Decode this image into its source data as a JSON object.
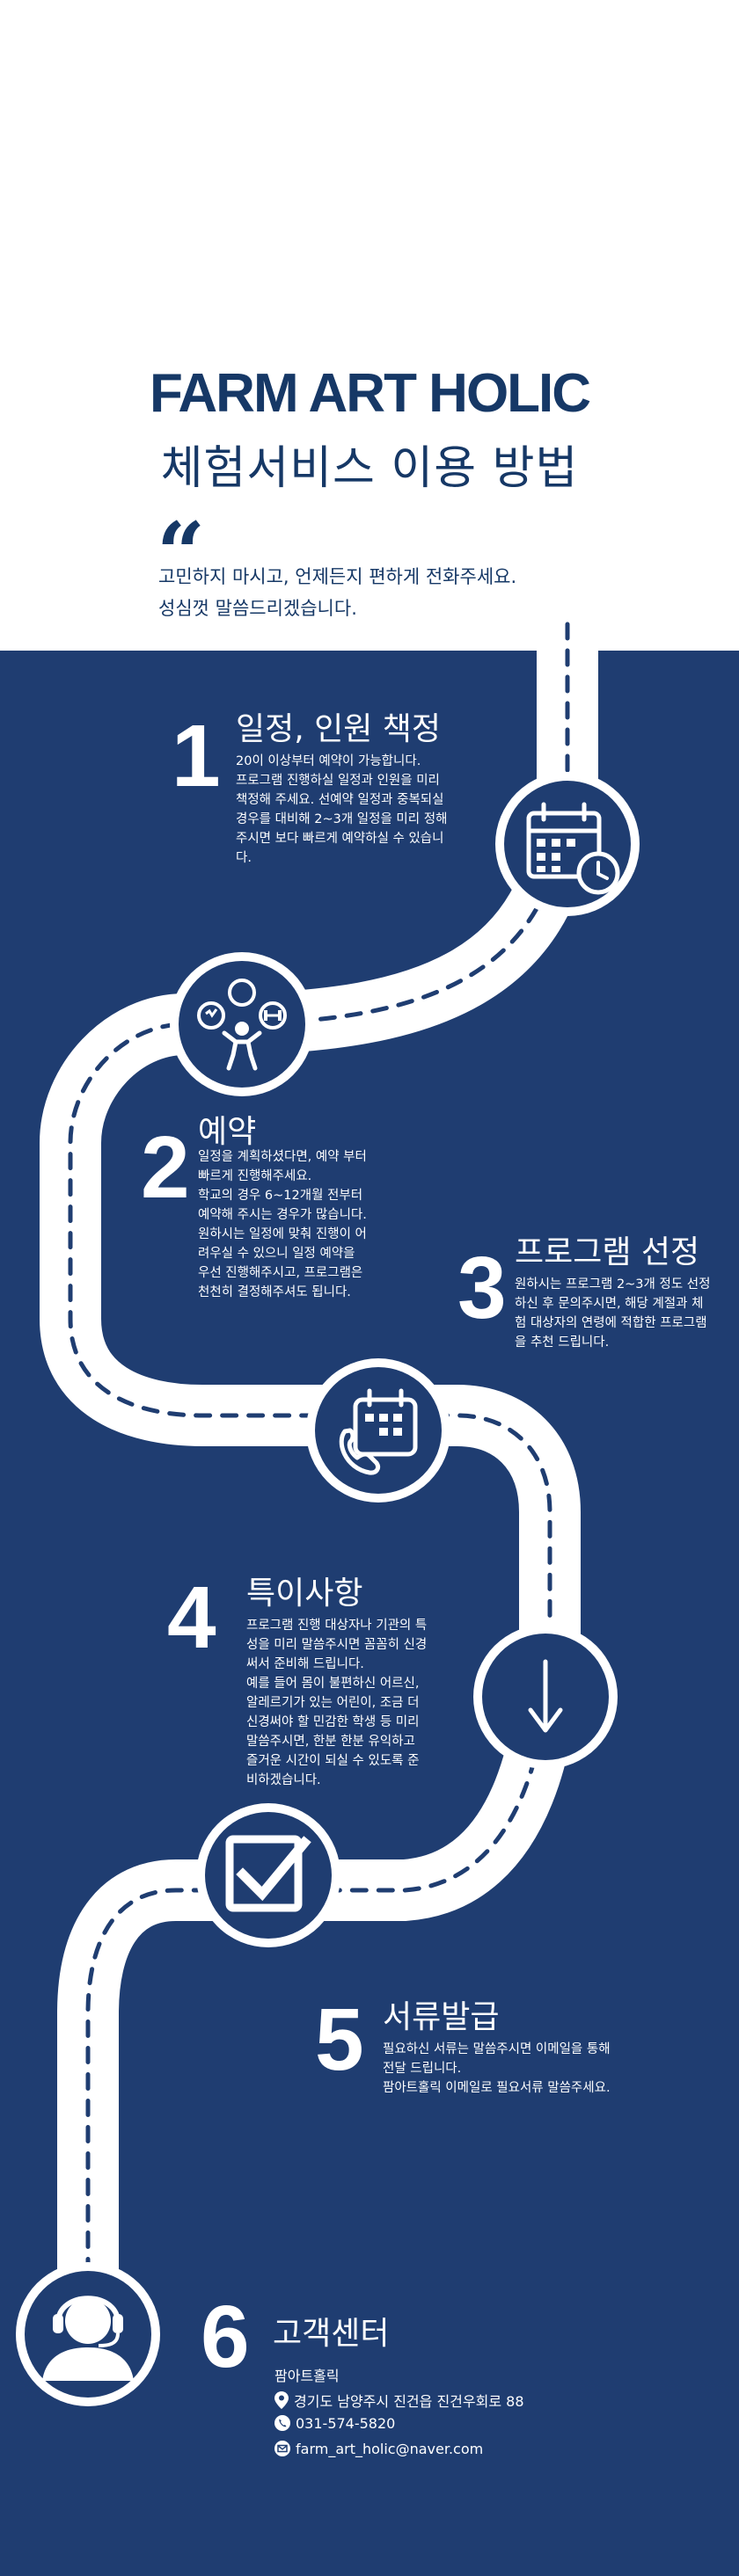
{
  "header": {
    "title_en": "FARM ART HOLIC",
    "title_ko": "체험서비스 이용 방법",
    "intro_lines": [
      "고민하지 마시고, 언제든지 편하게 전화주세요.",
      "성심껏 말씀드리겠습니다."
    ]
  },
  "steps": [
    {
      "number": "1",
      "heading": "일정, 인원 책정",
      "lines": [
        "20이 이상부터 예약이 가능합니다.",
        "프로그램 진행하실 일정과 인원을 미리",
        "책정해 주세요. 선예약 일정과 중복되실",
        "경우를 대비해 2~3개 일정을 미리 정해",
        "주시면 보다 빠르게 예약하실 수 있습니",
        "다."
      ]
    },
    {
      "number": "2",
      "heading": "예약",
      "lines": [
        "일정을 계획하셨다면, 예약 부터",
        "빠르게 진행해주세요.",
        "학교의 경우 6~12개월 전부터",
        "예약해 주시는 경우가 많습니다.",
        "원하시는 일정에 맞춰 진행이 어",
        "려우실 수 있으니 일정 예약을",
        "우선 진행해주시고, 프로그램은",
        "천천히 결정해주셔도 됩니다."
      ]
    },
    {
      "number": "3",
      "heading": "프로그램 선정",
      "lines": [
        "원하시는 프로그램 2~3개 정도 선정",
        "하신 후 문의주시면, 해당 계절과 체",
        "험 대상자의 연령에 적합한 프로그램",
        "을 추천 드립니다."
      ]
    },
    {
      "number": "4",
      "heading": "특이사항",
      "lines": [
        "프로그램 진행 대상자나 기관의 특",
        "성을 미리 말씀주시면 꼼꼼히 신경",
        "써서 준비해 드립니다.",
        "예를 들어 몸이 불편하신 어르신,",
        "알레르기가 있는 어린이, 조금 더",
        "신경써야 할 민감한 학생 등 미리",
        "말씀주시면, 한분 한분 유익하고",
        "즐거운 시간이 되실 수 있도록 준",
        "비하겠습니다."
      ]
    },
    {
      "number": "5",
      "heading": "서류발급",
      "lines": [
        "필요하신 서류는 말씀주시면 이메일을 통해",
        "전달 드립니다.",
        "팜아트홀릭 이메일로 필요서류 말씀주세요."
      ]
    },
    {
      "number": "6",
      "heading": "고객센터"
    }
  ],
  "contact": {
    "name": "팜아트홀릭",
    "address": "경기도 남양주시 진건읍 진건우회로 88",
    "phone": "031-574-5820",
    "email": "farm_art_holic@naver.com"
  },
  "icons": [
    "calendar-clock-icon",
    "fitness-person-icon",
    "calendar-phone-icon",
    "arrow-down-icon",
    "checkbox-icon",
    "headset-agent-icon",
    "location-pin-icon",
    "phone-icon",
    "email-icon"
  ],
  "colors": {
    "navy": "#1f3d71",
    "title": "#163866",
    "road": "#ffffff"
  }
}
